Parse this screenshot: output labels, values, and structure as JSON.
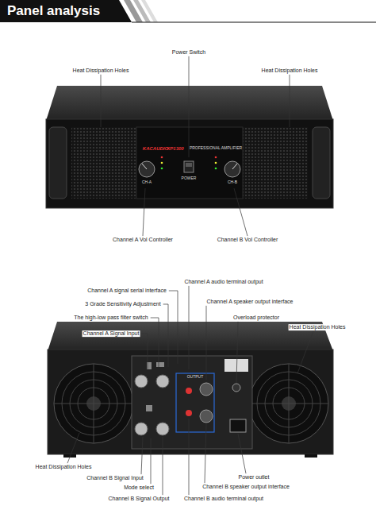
{
  "diagram": {
    "title": "Panel analysis",
    "labels": [
      "Power Switch",
      "Heat Dissipation Holes",
      "Heat Dissipation Holes",
      "Channel A Vol Controller",
      "Channel B Vol Controller",
      "Channel A audio terminal output",
      "Channel A signal serial interface",
      "3 Grade Sensitivity Adjustment",
      "Channel A speaker output interface",
      "The high-low pass filter switch",
      "Overload protector",
      "Channel A Signal Input",
      "Heat Dissipation Holes",
      "Heat Dissipation Holes",
      "Channel B Signal Input",
      "Power outlet",
      "Mode select",
      "Channel B speaker output interface",
      "Channel B Signal Output",
      "Channel B audio terminal output",
      "KACAUDIO",
      "XP1300",
      "PROFESSIONAL AMPLIFIER",
      "POWER",
      "CH-A",
      "CH-B",
      "OUTPUT"
    ]
  }
}
